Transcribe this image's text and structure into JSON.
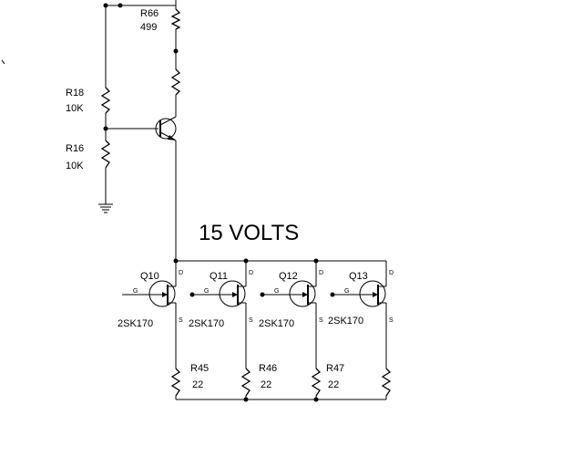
{
  "title": "15 VOLTS",
  "labels": {
    "r66_name": "R66",
    "r66_value": "499",
    "r18_name": "R18",
    "r18_value": "10K",
    "r16_name": "R16",
    "r16_value": "10K",
    "q10_name": "Q10",
    "q11_name": "Q11",
    "q12_name": "Q12",
    "q13_name": "Q13",
    "q10_part": "2SK170",
    "q11_part": "2SK170",
    "q12_part": "2SK170",
    "q13_part": "2SK170",
    "r45_name": "R45",
    "r45_value": "22",
    "r46_name": "R46",
    "r46_value": "22",
    "r47_name": "R47",
    "r47_value": "22",
    "pin_g": "G",
    "pin_d": "D",
    "pin_s": "S"
  }
}
